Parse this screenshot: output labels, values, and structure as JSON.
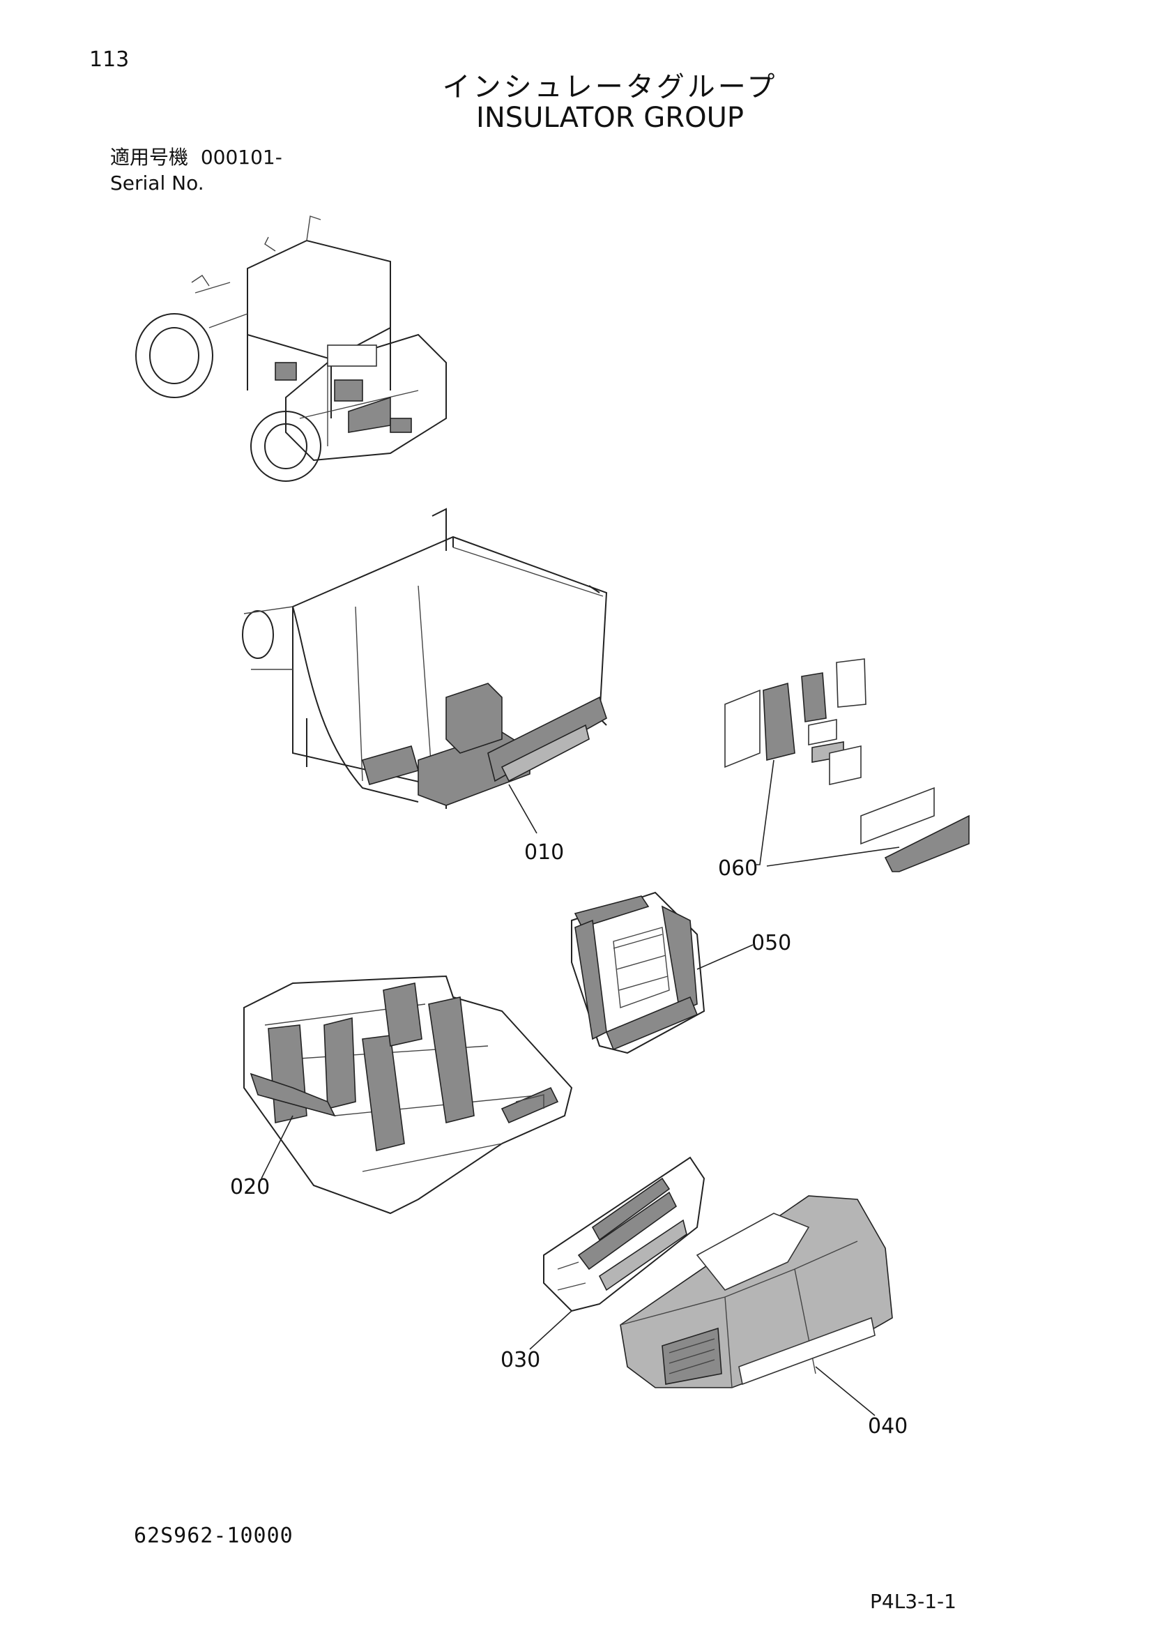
{
  "header": {
    "page_number": "113",
    "title_jp": "インシュレータグループ",
    "title_en": "INSULATOR GROUP",
    "serial_label_jp": "適用号機",
    "serial_value": "000101-",
    "serial_label_en": "Serial No."
  },
  "callouts": {
    "c010": "010",
    "c020": "020",
    "c030": "030",
    "c040": "040",
    "c050": "050",
    "c060": "060"
  },
  "footer": {
    "drawing_code": "62S962-10000",
    "sheet_code": "P4L3-1-1"
  }
}
